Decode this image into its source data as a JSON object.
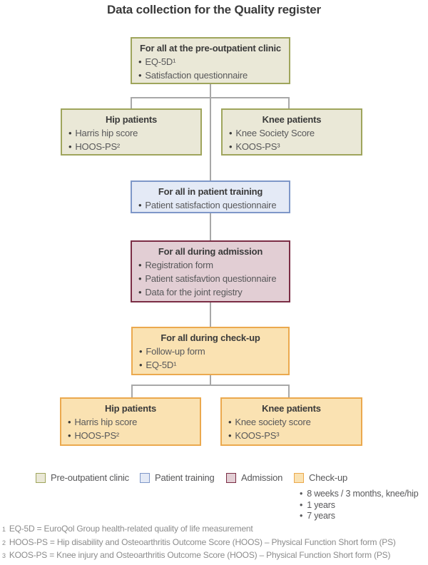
{
  "title": "Data collection for the Quality register",
  "flowchart": {
    "pre_outpatient": {
      "heading": "For all at the pre-outpatient clinic",
      "bullets": [
        "EQ-5D¹",
        "Satisfaction questionnaire"
      ]
    },
    "hip_pre": {
      "heading": "Hip patients",
      "bullets": [
        "Harris hip score",
        "HOOS-PS²"
      ]
    },
    "knee_pre": {
      "heading": "Knee patients",
      "bullets": [
        "Knee Society Score",
        "KOOS-PS³"
      ]
    },
    "patient_training": {
      "heading": "For all in patient training",
      "bullets": [
        "Patient satisfaction questionnaire"
      ]
    },
    "admission": {
      "heading": "For all during admission",
      "bullets": [
        "Registration form",
        "Patient satisfavtion questionnaire",
        "Data for the joint registry"
      ]
    },
    "check_up": {
      "heading": "For all during check-up",
      "bullets": [
        "Follow-up form",
        "EQ-5D¹"
      ]
    },
    "hip_check": {
      "heading": "Hip patients",
      "bullets": [
        "Harris hip score",
        "HOOS-PS²"
      ]
    },
    "knee_check": {
      "heading": "Knee patients",
      "bullets": [
        "Knee society score",
        "KOOS-PS³"
      ]
    }
  },
  "legend": {
    "items": [
      {
        "label": "Pre-outpatient clinic",
        "fill": "#eae8d7",
        "border": "#9fa55c"
      },
      {
        "label": "Patient training",
        "fill": "#e4eaf6",
        "border": "#7e97c8"
      },
      {
        "label": "Admission",
        "fill": "#e2ced4",
        "border": "#7b2d45"
      },
      {
        "label": "Check-up",
        "fill": "#fae2b2",
        "border": "#eba94e"
      }
    ],
    "check_up_schedule": [
      "8 weeks / 3 months, knee/hip",
      "1 years",
      "7 years"
    ]
  },
  "footnotes": [
    {
      "marker": "1",
      "text": "EQ-5D = EuroQol Group health-related quality of life measurement"
    },
    {
      "marker": "2",
      "text": "HOOS-PS = Hip disability and Osteoarthritis Outcome Score (HOOS) – Physical Function Short form (PS)"
    },
    {
      "marker": "3",
      "text": "KOOS-PS = Knee injury and Osteoarthritis Outcome Score (HOOS) – Physical Function Short form (PS)"
    }
  ],
  "colors": {
    "connector": "#a8a8a8",
    "heading_text": "#3a3a3a",
    "body_text": "#58585a",
    "footnote_text": "#8c8c8c"
  }
}
